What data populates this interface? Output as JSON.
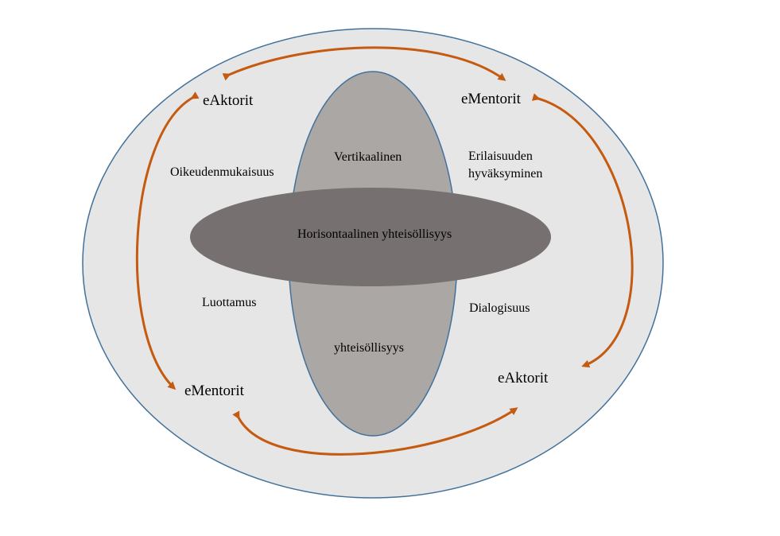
{
  "colors": {
    "background": "#ffffff",
    "outer_fill": "#e6e6e6",
    "outline": "#41719c",
    "vertical_fill": "#aba7a5",
    "horizontal_fill": "#767170",
    "arrow": "#c55a11"
  },
  "nodes": {
    "top_left": "eAktorit",
    "top_right": "eMentorit",
    "bottom_left": "eMentorit",
    "bottom_right": "eAktorit"
  },
  "ellipses": {
    "vertical_top": "Vertikaalinen",
    "vertical_bottom": "yhteisöllisyys",
    "horizontal": "Horisontaalinen yhteisöllisyys"
  },
  "values": {
    "upper_left": "Oikeudenmukaisuus",
    "upper_right_line1": "Erilaisuuden",
    "upper_right_line2": "hyväksyminen",
    "lower_left": "Luottamus",
    "lower_right": "Dialogisuus"
  }
}
